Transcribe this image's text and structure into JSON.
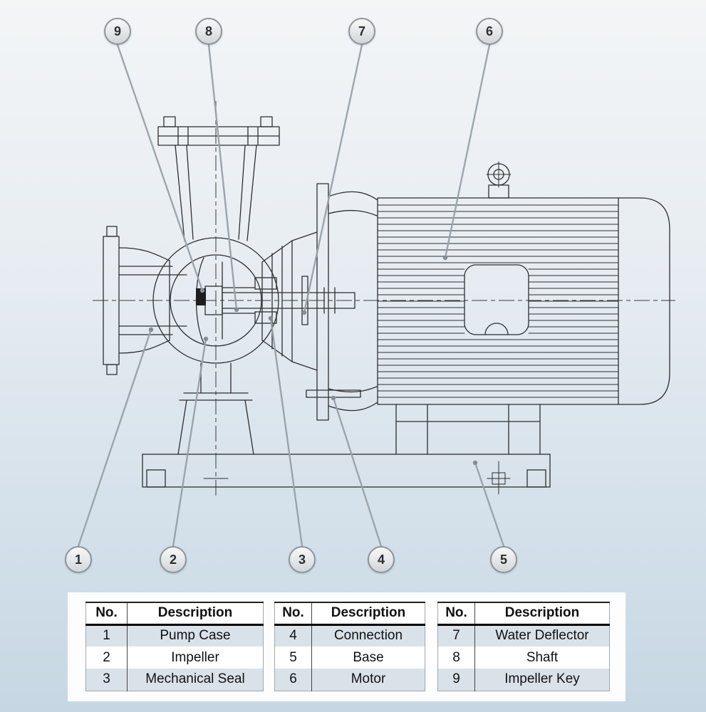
{
  "callouts": {
    "top": [
      {
        "label": "9"
      },
      {
        "label": "8"
      },
      {
        "label": "7"
      },
      {
        "label": "6"
      }
    ],
    "bottom": [
      {
        "label": "1"
      },
      {
        "label": "2"
      },
      {
        "label": "3"
      },
      {
        "label": "4"
      },
      {
        "label": "5"
      }
    ]
  },
  "tables": [
    {
      "headers": {
        "no": "No.",
        "description": "Description"
      },
      "rows": [
        {
          "no": "1",
          "description": "Pump Case"
        },
        {
          "no": "2",
          "description": "Impeller"
        },
        {
          "no": "3",
          "description": "Mechanical Seal"
        }
      ]
    },
    {
      "headers": {
        "no": "No.",
        "description": "Description"
      },
      "rows": [
        {
          "no": "4",
          "description": "Connection"
        },
        {
          "no": "5",
          "description": "Base"
        },
        {
          "no": "6",
          "description": "Motor"
        }
      ]
    },
    {
      "headers": {
        "no": "No.",
        "description": "Description"
      },
      "rows": [
        {
          "no": "7",
          "description": "Water Deflector"
        },
        {
          "no": "8",
          "description": "Shaft"
        },
        {
          "no": "9",
          "description": "Impeller Key"
        }
      ]
    }
  ],
  "colors": {
    "background_top": "#f3f5f7",
    "background_bottom": "#c6d7e3",
    "drawing_line": "#2e2e2e",
    "leader_line": "#98a1a8",
    "row_shade": "#d9e2e9",
    "table_header_rule": "#000000"
  }
}
